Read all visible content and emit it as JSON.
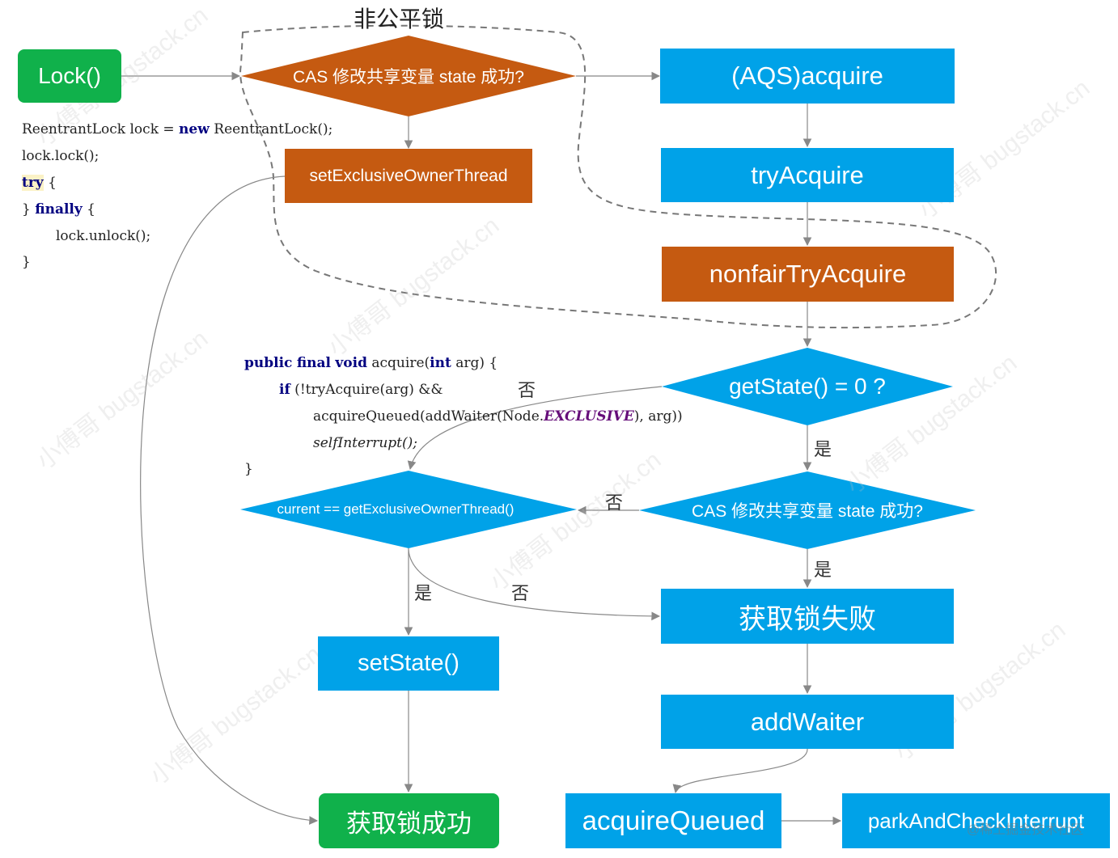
{
  "title": "非公平锁",
  "nodes": {
    "lock": "Lock()",
    "cas_top": "CAS 修改共享变量 state 成功?",
    "set_owner": "setExclusiveOwnerThread",
    "aqs_acquire": "(AQS)acquire",
    "try_acquire": "tryAcquire",
    "nonfair": "nonfairTryAcquire",
    "get_state": "getState() = 0 ?",
    "cas_mid": "CAS 修改共享变量 state 成功?",
    "current_owner": "current == getExclusiveOwnerThread()",
    "fail": "获取锁失败",
    "set_state": "setState()",
    "add_waiter": "addWaiter",
    "success": "获取锁成功",
    "acquire_queued": "acquireQueued",
    "park": "parkAndCheckInterrupt"
  },
  "edge_labels": {
    "no_1": "否",
    "yes_1": "是",
    "no_2": "否",
    "yes_2": "是",
    "yes_3": "是",
    "no_3": "否"
  },
  "code_left": {
    "l1_type": "ReentrantLock",
    "l1_var": " lock = ",
    "l1_new": "new",
    "l1_rest": " ReentrantLock();",
    "l2": "lock.lock();",
    "l3_try": "try",
    "l3_rest": " {",
    "l4_pre": "} ",
    "l4_finally": "finally",
    "l4_rest": " {",
    "l5": "lock.unlock();",
    "l6": "}"
  },
  "code_mid": {
    "l1_public": "public",
    "l1_final": "final",
    "l1_void": "void",
    "l1_rest1": " acquire(",
    "l1_int": "int",
    "l1_rest2": " arg) {",
    "l2_if": "if",
    "l2_rest": " (!tryAcquire(arg) &&",
    "l3_pre": "acquireQueued(addWaiter(Node.",
    "l3_const": "EXCLUSIVE",
    "l3_post": "), arg))",
    "l4": "selfInterrupt();",
    "l5": "}"
  },
  "watermark": {
    "text": "小傅哥 bugstack.cn",
    "corner": "@稀土掘金技术社区"
  },
  "colors": {
    "green": "#10b14b",
    "blue": "#00a2e8",
    "orange": "#c55a11",
    "arrow": "#808080",
    "dashed": "#777777"
  }
}
